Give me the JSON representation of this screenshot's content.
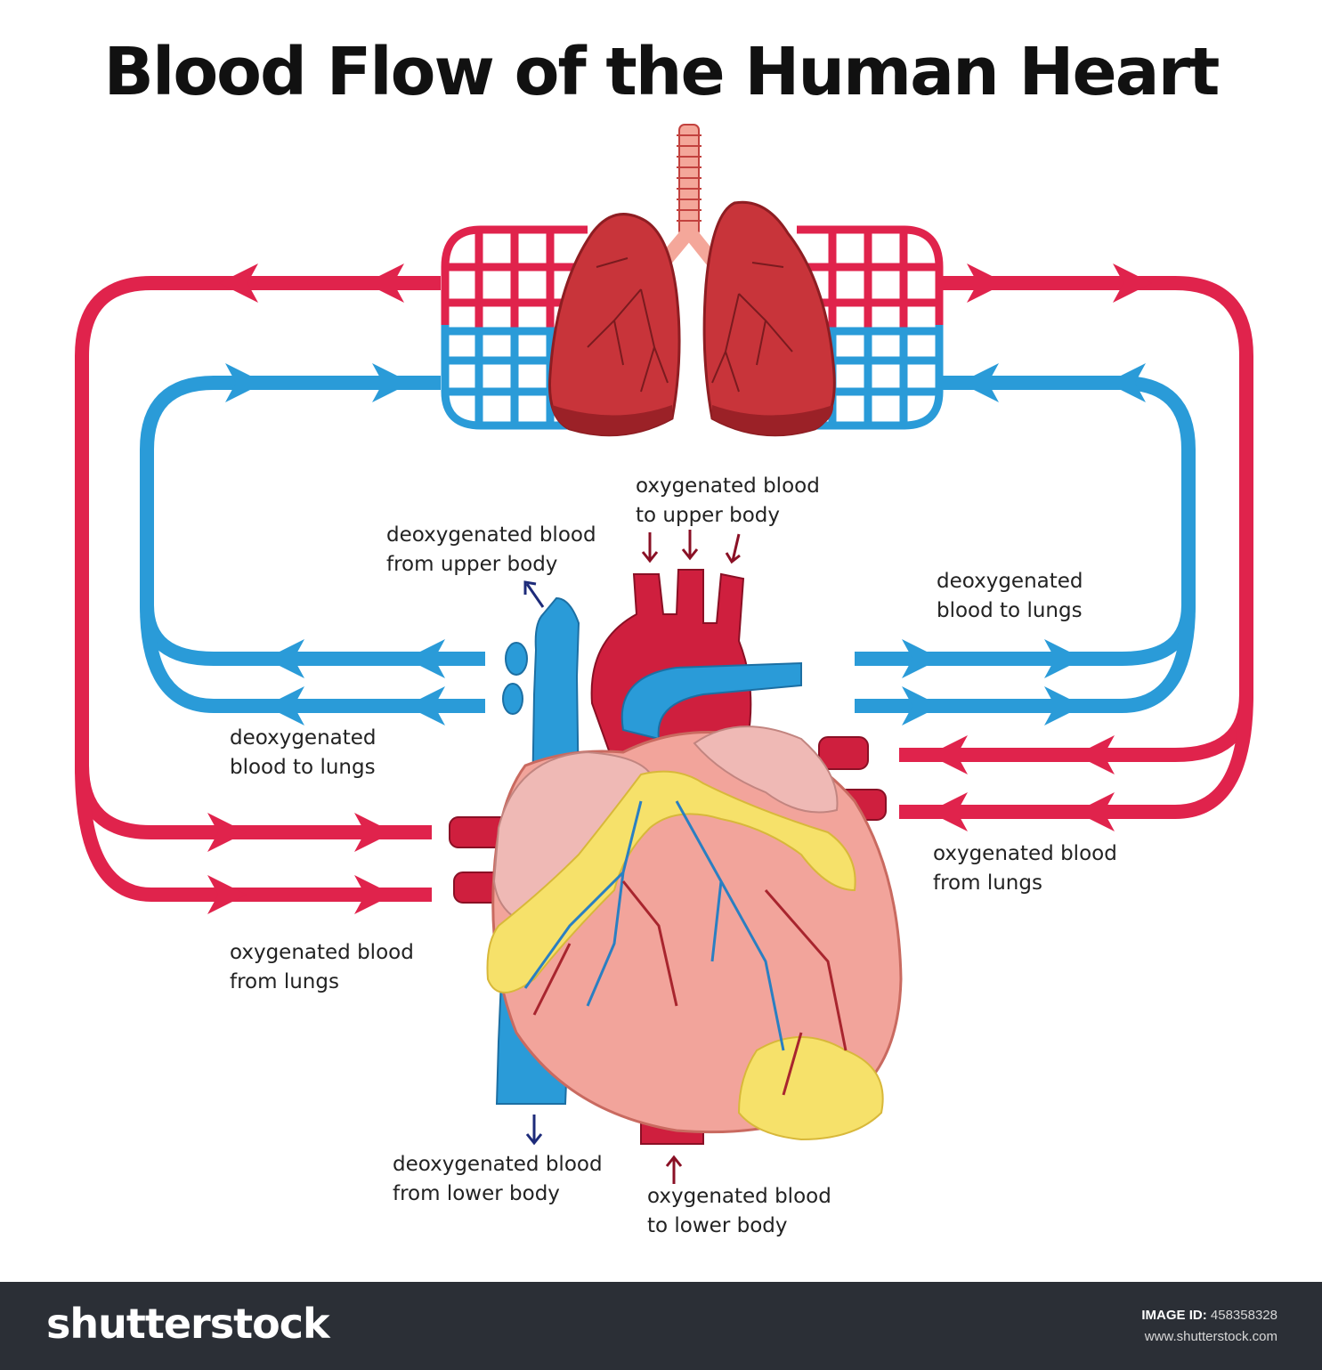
{
  "title": "Blood  Flow  of the Human Heart",
  "colors": {
    "oxygenated": "#e0234c",
    "deoxygenated": "#2a9bd8",
    "lung": "#c8343a",
    "heart": "#f2a49b",
    "fat": "#f6e16a",
    "footer": "#2b2f36"
  },
  "labels": {
    "to_upper_body": [
      "oxygenated blood",
      "to upper body"
    ],
    "from_upper_body": [
      "deoxygenated blood",
      "from upper body"
    ],
    "to_lungs_right": [
      "deoxygenated",
      "blood to lungs"
    ],
    "to_lungs_left": [
      "deoxygenated",
      "blood to lungs"
    ],
    "from_lungs_right": [
      "oxygenated blood",
      "from lungs"
    ],
    "from_lungs_left": [
      "oxygenated blood",
      "from lungs"
    ],
    "from_lower_body": [
      "deoxygenated blood",
      "from lower body"
    ],
    "to_lower_body": [
      "oxygenated blood",
      "to lower body"
    ]
  },
  "footer": {
    "brand": "shutterstock",
    "image_id_label": "IMAGE ID:",
    "image_id": "458358328",
    "url": "www.shutterstock.com"
  }
}
